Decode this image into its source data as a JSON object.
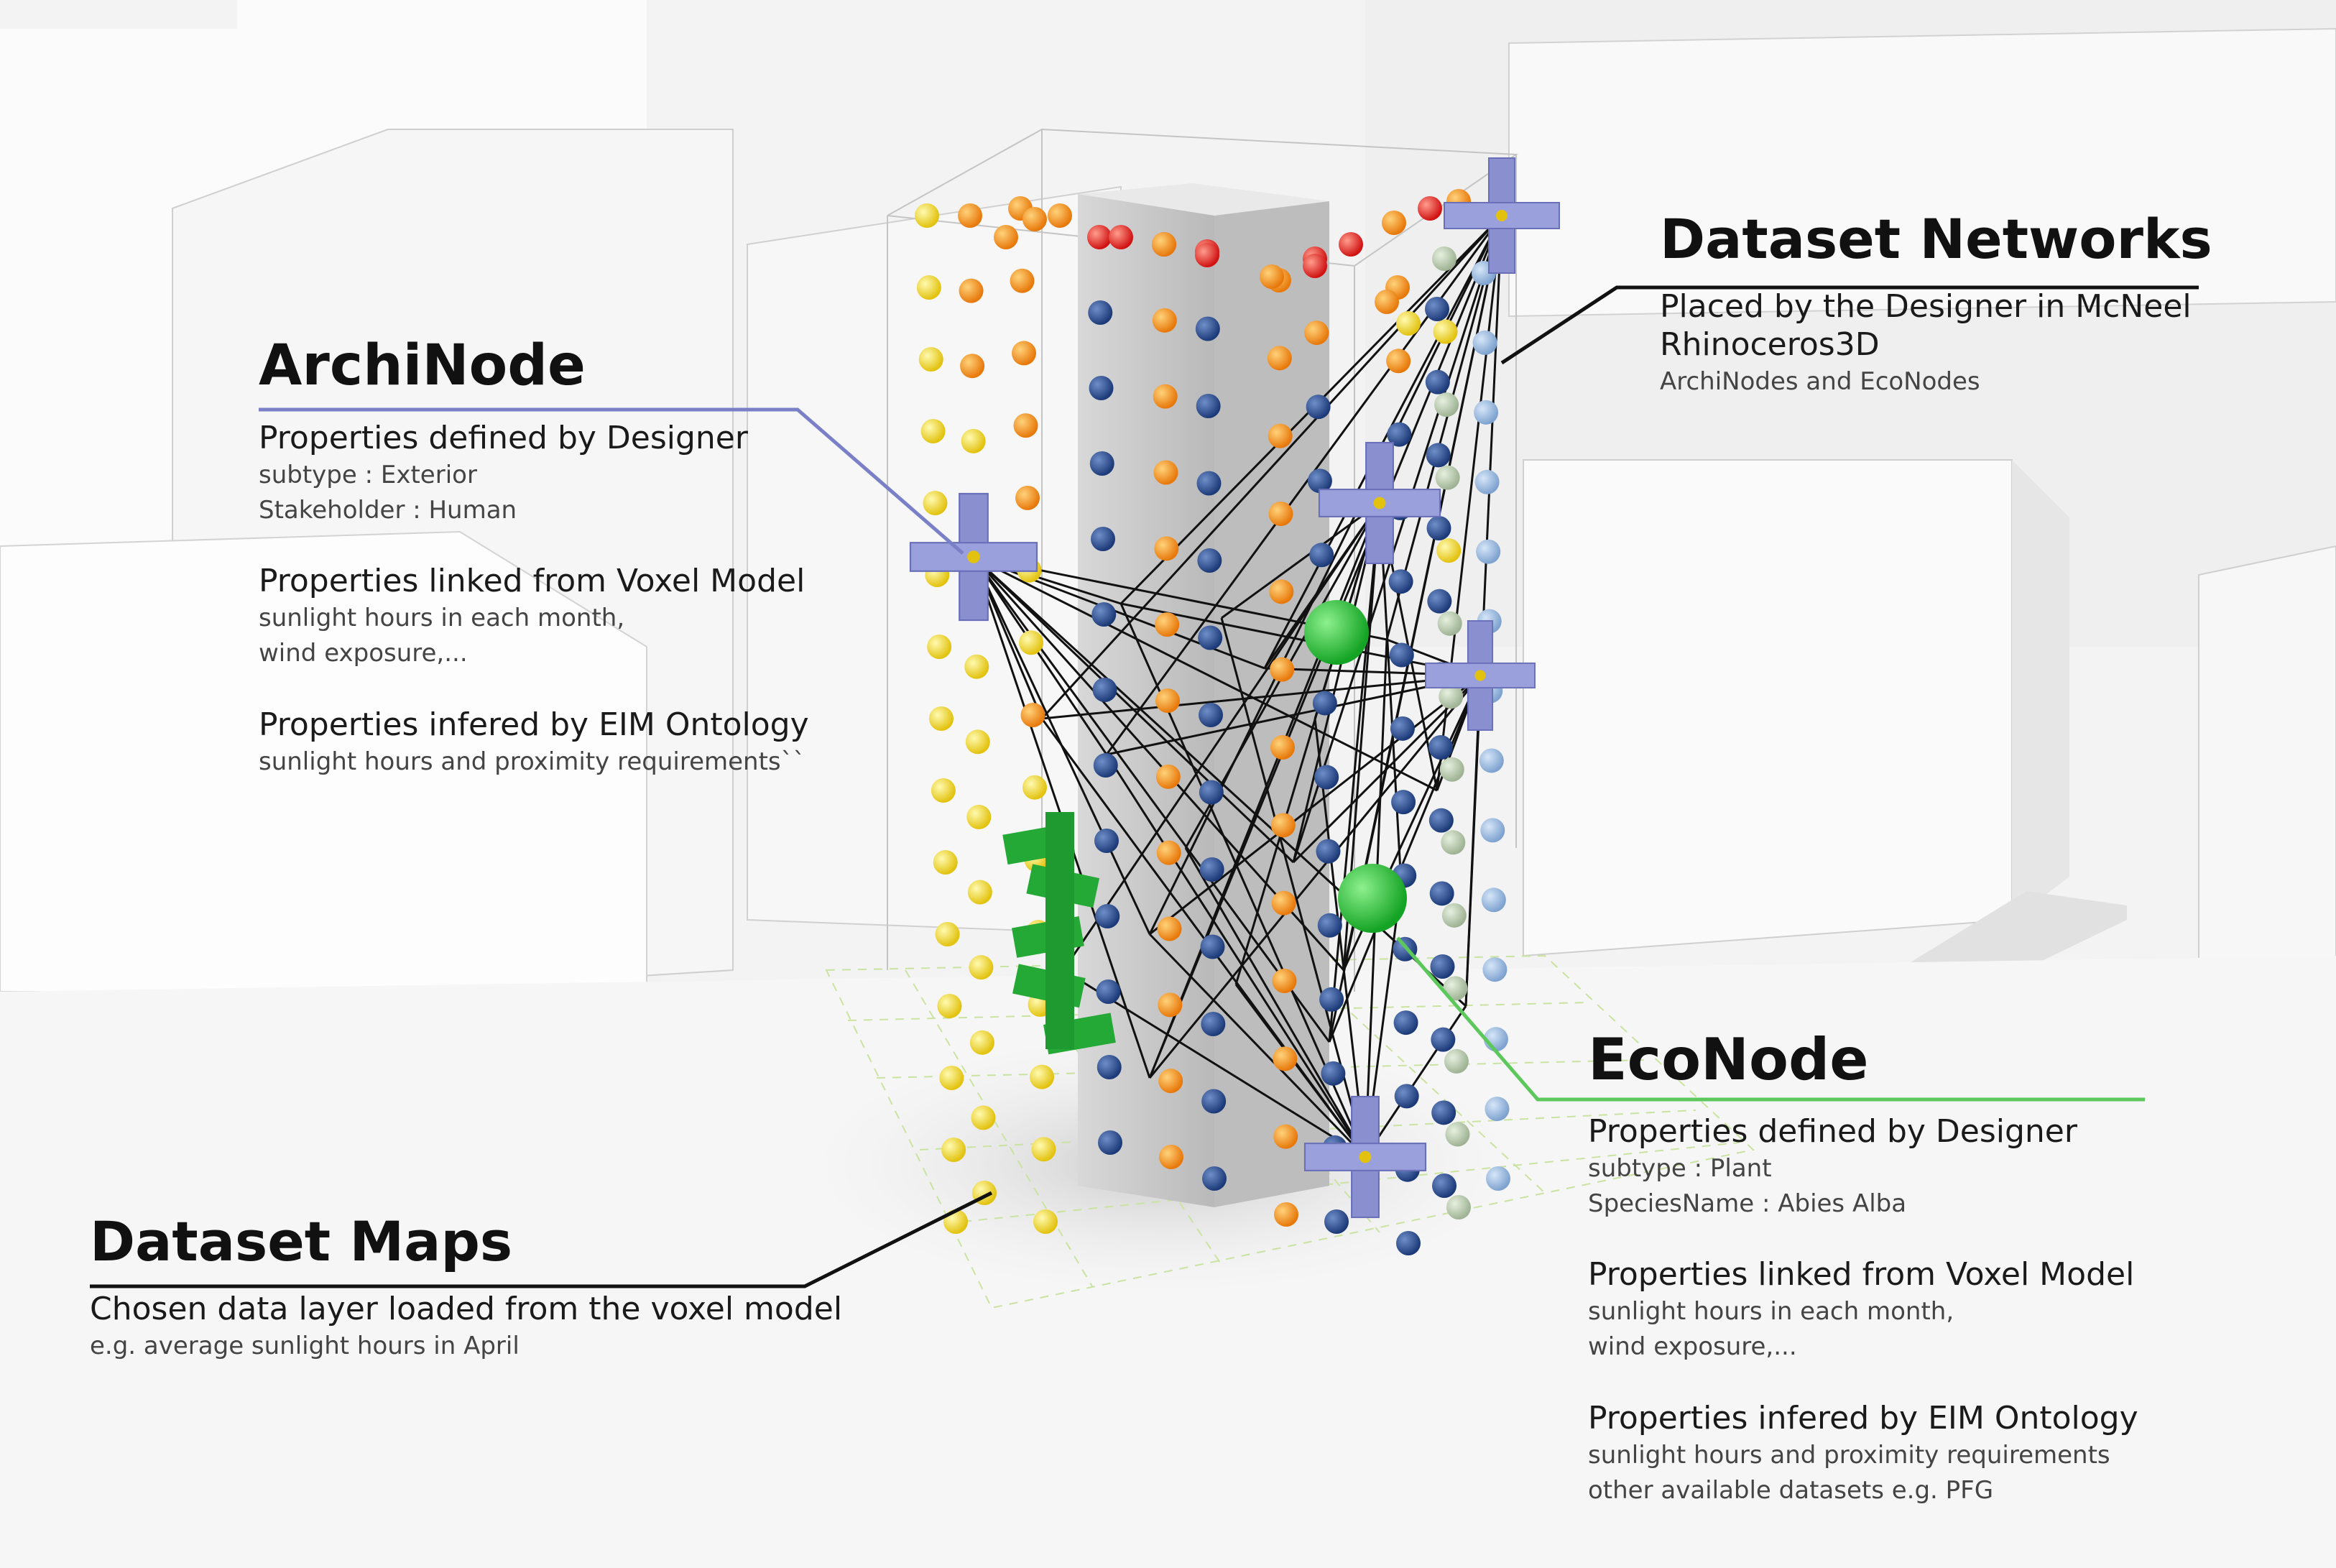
{
  "archinode": {
    "title": "ArchiNode",
    "accent": "#8a8fd0",
    "groups": [
      {
        "heading": "Properties defined by Designer",
        "lines": [
          "subtype : Exterior",
          "Stakeholder : Human"
        ]
      },
      {
        "heading": "Properties linked from Voxel Model",
        "lines": [
          "sunlight hours in each month,",
          "wind exposure,..."
        ]
      },
      {
        "heading": "Properties infered by EIM Ontology",
        "lines": [
          "sunlight hours and proximity requirements``"
        ]
      }
    ]
  },
  "dataset_networks": {
    "title": "Dataset Networks",
    "heading": "Placed by the Designer in McNeel",
    "heading2": "Rhinoceros3D",
    "lines": [
      "ArchiNodes and EcoNodes"
    ]
  },
  "econode": {
    "title": "EcoNode",
    "accent": "#5cc85c",
    "groups": [
      {
        "heading": "Properties defined by Designer",
        "lines": [
          "subtype : Plant",
          "SpeciesName : Abies Alba"
        ]
      },
      {
        "heading": "Properties linked from Voxel Model",
        "lines": [
          "sunlight hours in each month,",
          "wind exposure,..."
        ]
      },
      {
        "heading": "Properties infered by EIM Ontology",
        "lines": [
          "sunlight hours and proximity requirements",
          "other available datasets e.g. PFG"
        ]
      }
    ]
  },
  "dataset_maps": {
    "title": "Dataset Maps",
    "heading": "Chosen data layer loaded from the voxel model",
    "lines": [
      "e.g. average sunlight hours in April"
    ]
  }
}
